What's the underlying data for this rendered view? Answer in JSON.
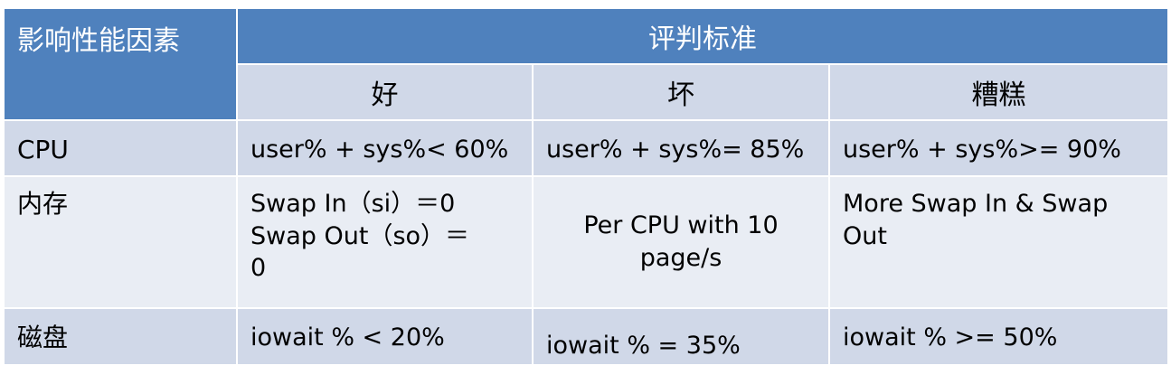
{
  "header": {
    "factor_label": "影响性能因素",
    "criteria_label": "评判标准",
    "levels": [
      "好",
      "坏",
      "糟糕"
    ]
  },
  "rows": [
    {
      "factor": "CPU",
      "good": "user% + sys%< 60%",
      "bad": "user% + sys%= 85%",
      "terrible": "user% + sys%>= 90%"
    },
    {
      "factor": "内存",
      "good_line1": "Swap In（si）＝0",
      "good_line2": "Swap Out（so）＝",
      "good_line3": "0",
      "bad_line1": "Per CPU with 10",
      "bad_line2": "page/s",
      "terrible_line1": "More Swap In & Swap",
      "terrible_line2": "Out"
    },
    {
      "factor": "磁盘",
      "good": "iowait % < 20%",
      "bad": "iowait % = 35%",
      "terrible": "iowait % >= 50%"
    }
  ],
  "colors": {
    "header_bg": "#4f81bd",
    "band_dark": "#d0d8e8",
    "band_light": "#e9edf4",
    "header_text": "#ffffff"
  }
}
